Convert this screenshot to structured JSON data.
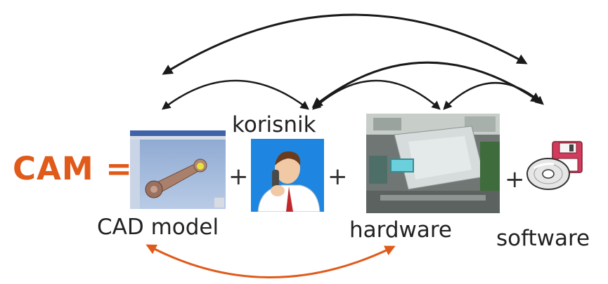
{
  "equation": {
    "lhs": "CAM =",
    "plus_sign": "+",
    "components": [
      {
        "label": "CAD model",
        "icon": "cad-model-screenshot"
      },
      {
        "label": "korisnik",
        "icon": "person-on-phone-icon"
      },
      {
        "label": "hardware",
        "icon": "cnc-machine-photo"
      },
      {
        "label": "software",
        "icon": "cd-and-floppy-disk-icon"
      }
    ]
  },
  "colors": {
    "cam_text": "#e05a1a",
    "arrows_black": "#1a1a1a",
    "arrow_orange": "#e05a1a"
  }
}
